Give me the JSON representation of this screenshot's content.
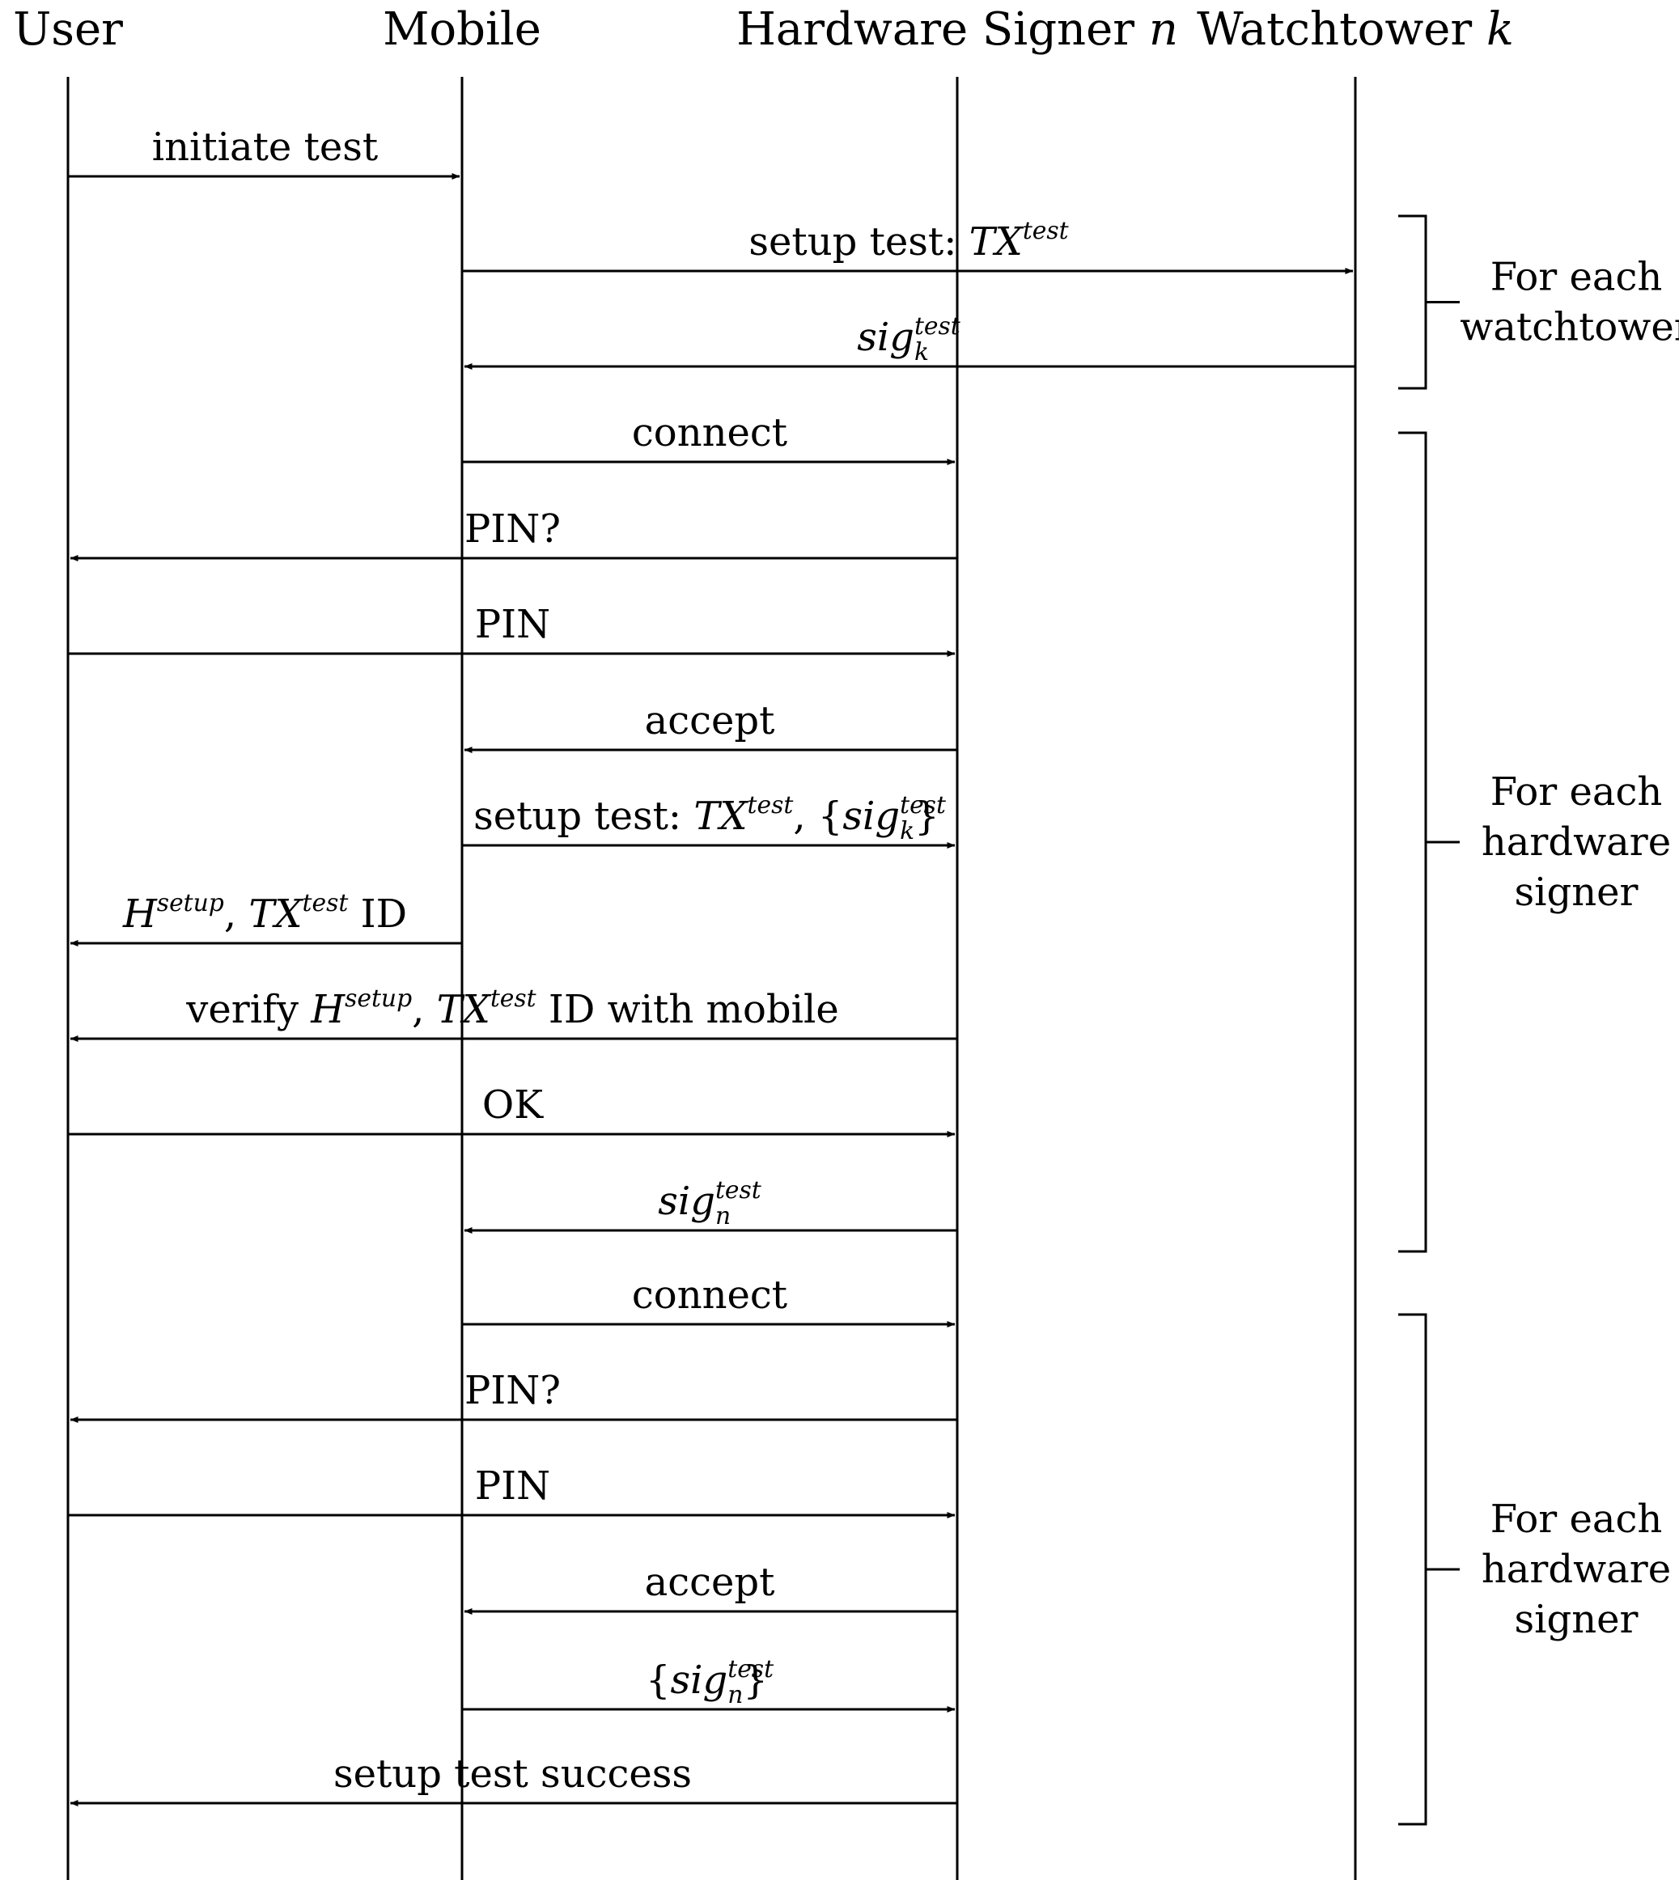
{
  "participants": [
    {
      "id": "user",
      "parts": [
        {
          "t": "User"
        }
      ]
    },
    {
      "id": "mobile",
      "parts": [
        {
          "t": "Mobile"
        }
      ]
    },
    {
      "id": "signer",
      "parts": [
        {
          "t": "Hardware Signer "
        },
        {
          "t": "n",
          "it": true
        }
      ]
    },
    {
      "id": "watchtower",
      "parts": [
        {
          "t": "Watchtower "
        },
        {
          "t": "k",
          "it": true
        }
      ]
    }
  ],
  "messages": [
    {
      "id": "initiate-test",
      "from": "user",
      "to": "mobile",
      "parts": [
        {
          "t": "initiate test"
        }
      ]
    },
    {
      "id": "setup-test-watchtower",
      "from": "mobile",
      "to": "watchtower",
      "parts": [
        {
          "t": "setup test: "
        },
        {
          "t": "TX",
          "it": true
        },
        {
          "t": "test",
          "it": true,
          "sup": true
        }
      ]
    },
    {
      "id": "sig-k",
      "from": "watchtower",
      "to": "mobile",
      "parts": [
        {
          "t": "sig",
          "it": true
        },
        {
          "t": "test",
          "it": true,
          "sup": true
        },
        {
          "t": "k",
          "it": true,
          "sub": true
        }
      ]
    },
    {
      "id": "connect-1",
      "from": "mobile",
      "to": "signer",
      "parts": [
        {
          "t": "connect"
        }
      ]
    },
    {
      "id": "pin-request-1",
      "from": "signer",
      "to": "user",
      "parts": [
        {
          "t": "PIN?"
        }
      ]
    },
    {
      "id": "pin-1",
      "from": "user",
      "to": "signer",
      "parts": [
        {
          "t": "PIN"
        }
      ]
    },
    {
      "id": "accept-1",
      "from": "signer",
      "to": "mobile",
      "parts": [
        {
          "t": "accept"
        }
      ]
    },
    {
      "id": "setup-test-signer",
      "from": "mobile",
      "to": "signer",
      "parts": [
        {
          "t": "setup test: "
        },
        {
          "t": "TX",
          "it": true
        },
        {
          "t": "test",
          "it": true,
          "sup": true
        },
        {
          "t": ", {"
        },
        {
          "t": "sig",
          "it": true
        },
        {
          "t": "test",
          "it": true,
          "sup": true
        },
        {
          "t": "k",
          "it": true,
          "sub": true
        },
        {
          "t": "}"
        }
      ]
    },
    {
      "id": "hsetup-mobile",
      "from": "mobile",
      "to": "user",
      "parts": [
        {
          "t": "H",
          "it": true
        },
        {
          "t": "setup",
          "it": true,
          "sup": true
        },
        {
          "t": ", "
        },
        {
          "t": "TX",
          "it": true
        },
        {
          "t": "test",
          "it": true,
          "sup": true
        },
        {
          "t": " ID"
        }
      ]
    },
    {
      "id": "verify-hsetup",
      "from": "signer",
      "to": "user",
      "parts": [
        {
          "t": "verify "
        },
        {
          "t": "H",
          "it": true
        },
        {
          "t": "setup",
          "it": true,
          "sup": true
        },
        {
          "t": ", "
        },
        {
          "t": "TX",
          "it": true
        },
        {
          "t": "test",
          "it": true,
          "sup": true
        },
        {
          "t": " ID with mobile"
        }
      ]
    },
    {
      "id": "ok",
      "from": "user",
      "to": "signer",
      "parts": [
        {
          "t": "OK"
        }
      ]
    },
    {
      "id": "sig-n",
      "from": "signer",
      "to": "mobile",
      "parts": [
        {
          "t": "sig",
          "it": true
        },
        {
          "t": "test",
          "it": true,
          "sup": true
        },
        {
          "t": "n",
          "it": true,
          "sub": true
        }
      ]
    },
    {
      "id": "connect-2",
      "from": "mobile",
      "to": "signer",
      "parts": [
        {
          "t": "connect"
        }
      ]
    },
    {
      "id": "pin-request-2",
      "from": "signer",
      "to": "user",
      "parts": [
        {
          "t": "PIN?"
        }
      ]
    },
    {
      "id": "pin-2",
      "from": "user",
      "to": "signer",
      "parts": [
        {
          "t": "PIN"
        }
      ]
    },
    {
      "id": "accept-2",
      "from": "signer",
      "to": "mobile",
      "parts": [
        {
          "t": "accept"
        }
      ]
    },
    {
      "id": "sig-n-set",
      "from": "mobile",
      "to": "signer",
      "parts": [
        {
          "t": "{"
        },
        {
          "t": "sig",
          "it": true
        },
        {
          "t": "test",
          "it": true,
          "sup": true
        },
        {
          "t": "n",
          "it": true,
          "sub": true
        },
        {
          "t": "}"
        }
      ]
    },
    {
      "id": "setup-test-success",
      "from": "signer",
      "to": "user",
      "parts": [
        {
          "t": "setup test success"
        }
      ]
    }
  ],
  "groups": [
    {
      "id": "for-each-watchtower",
      "lines": [
        "For each",
        "watchtower"
      ],
      "first": 1,
      "last": 2
    },
    {
      "id": "for-each-hardware-signer-1",
      "lines": [
        "For each",
        "hardware",
        "signer"
      ],
      "first": 3,
      "last": 11
    },
    {
      "id": "for-each-hardware-signer-2",
      "lines": [
        "For each",
        "hardware",
        "signer"
      ],
      "first": 12,
      "last": 17
    }
  ]
}
